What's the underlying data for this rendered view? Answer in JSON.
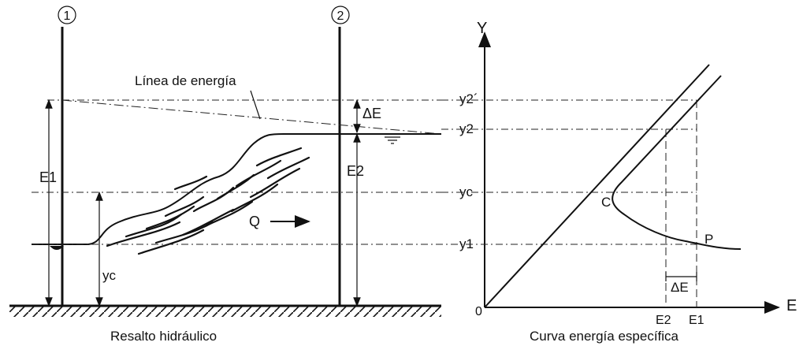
{
  "left_panel": {
    "caption": "Resalto hidráulico",
    "section_1": "1",
    "section_2": "2",
    "energy_line_label": "Línea de energía",
    "delta_e_label": "ΔE",
    "e1_label": "E1",
    "e2_label": "E2",
    "yc_label": "yc",
    "flow_label": "Q"
  },
  "right_panel": {
    "caption": "Curva energía específica",
    "y_axis_label": "Y",
    "x_axis_label": "E",
    "origin_label": "0",
    "y_levels": [
      "y2´",
      "y2",
      "yc",
      "y1"
    ],
    "point_c": "C",
    "point_p": "P",
    "delta_e_label": "ΔE",
    "e_ticks": [
      "E2",
      "E1"
    ]
  }
}
